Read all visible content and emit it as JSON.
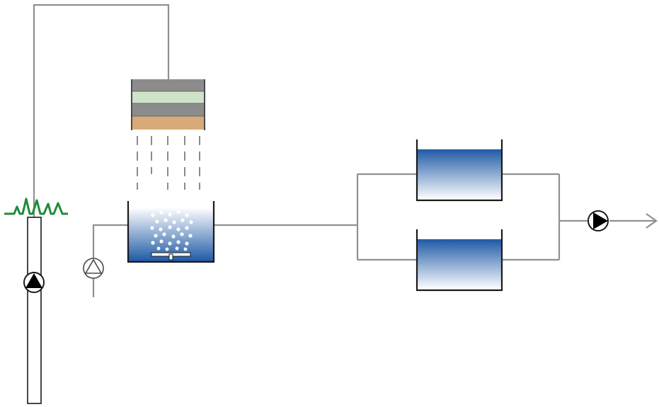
{
  "diagram": {
    "colors": {
      "pipe": "#909090",
      "outline": "#1a1a1a",
      "water_top": "#1f5aa6",
      "water_bottom": "#ffffff",
      "signal": "#1e8b3a",
      "pump_fill": "#000000",
      "filter_gray": "#8c8c8c",
      "filter_green": "#cfe3c9",
      "filter_sand": "#d8aa78",
      "bubbles": "#ffffff"
    },
    "components": [
      "well-column",
      "well-pump",
      "signal-trace",
      "filter-stack",
      "aeration-tank",
      "dosing-pump",
      "settling-tank-upper",
      "settling-tank-lower",
      "outlet-pump",
      "outlet-arrow"
    ]
  }
}
